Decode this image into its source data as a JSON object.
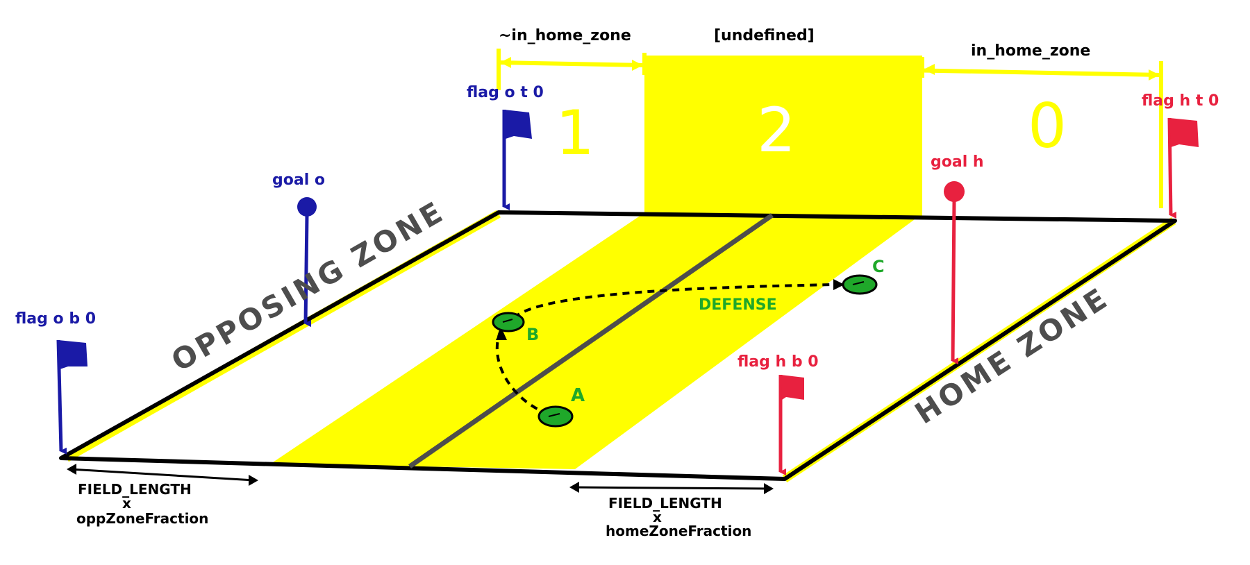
{
  "colors": {
    "yellow": "#ffff00",
    "opp_blue": "#1a1aa6",
    "home_red": "#e8213f",
    "player_green": "#1fa82a",
    "zone_grey": "#4d4d4d",
    "line_black": "#000000"
  },
  "top_labels": {
    "not_home": "~in_home_zone",
    "undefined": "[undefined]",
    "home": "in_home_zone"
  },
  "region_numbers": {
    "one": "1",
    "two": "2",
    "zero": "0"
  },
  "flags": {
    "opp_top": "flag o t 0",
    "opp_bottom": "flag o b 0",
    "home_top": "flag h t 0",
    "home_bottom": "flag h b 0"
  },
  "goals": {
    "opp": "goal o",
    "home": "goal h"
  },
  "zones": {
    "opposing": "OPPOSING ZONE",
    "home": "HOME ZONE"
  },
  "players": {
    "a": "A",
    "b": "B",
    "c": "C"
  },
  "defense_label": "DEFENSE",
  "formulas": {
    "opp": {
      "line1": "FIELD_LENGTH",
      "times": "x",
      "line2": "oppZoneFraction"
    },
    "home": {
      "line1": "FIELD_LENGTH",
      "times": "x",
      "line2": "homeZoneFraction"
    }
  }
}
